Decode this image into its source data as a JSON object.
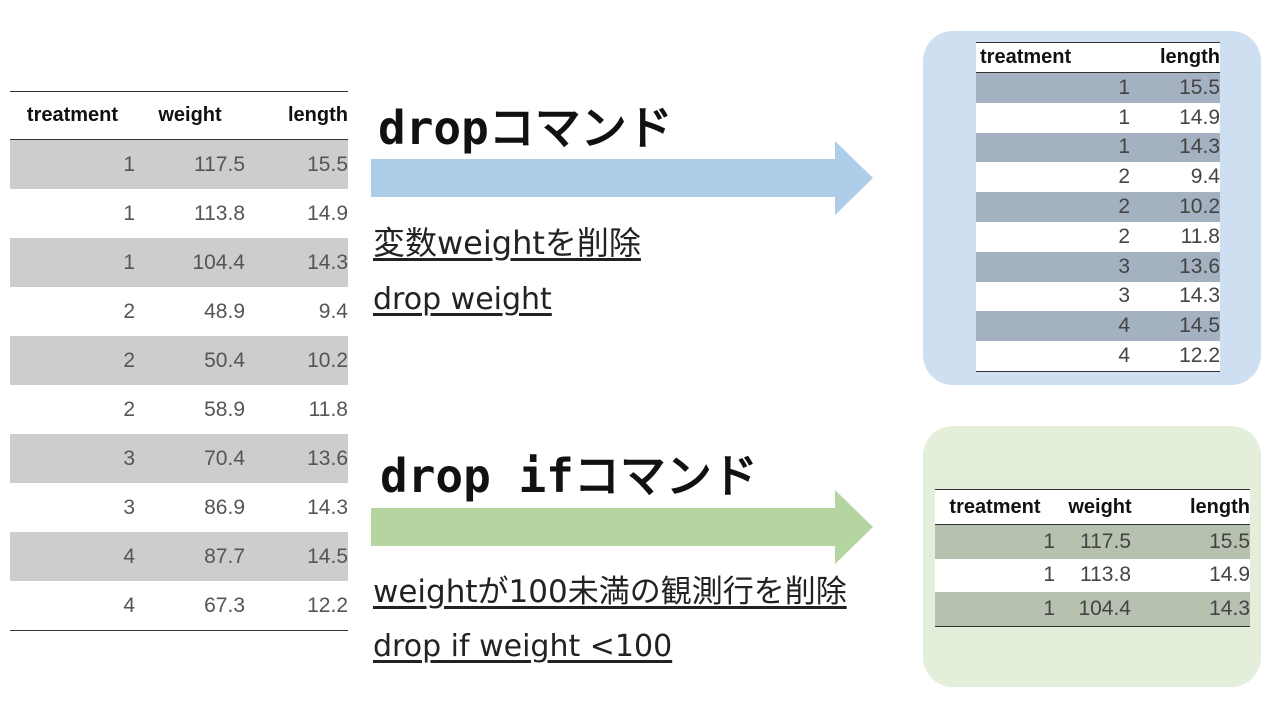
{
  "source_table": {
    "headers": [
      "treatment",
      "weight",
      "length"
    ],
    "rows": [
      [
        "1",
        "117.5",
        "15.5"
      ],
      [
        "1",
        "113.8",
        "14.9"
      ],
      [
        "1",
        "104.4",
        "14.3"
      ],
      [
        "2",
        "48.9",
        "9.4"
      ],
      [
        "2",
        "50.4",
        "10.2"
      ],
      [
        "2",
        "58.9",
        "11.8"
      ],
      [
        "3",
        "70.4",
        "13.6"
      ],
      [
        "3",
        "86.9",
        "14.3"
      ],
      [
        "4",
        "87.7",
        "14.5"
      ],
      [
        "4",
        "67.3",
        "12.2"
      ]
    ]
  },
  "drop_section": {
    "title": "dropコマンド",
    "description": "変数weightを削除",
    "code": "drop weight",
    "arrow_color": "#aecde9",
    "panel_color": "#cddff0"
  },
  "drop_if_section": {
    "title": "drop ifコマンド",
    "description": "weightが100未満の観測行を削除",
    "code": "drop if weight <100",
    "arrow_color": "#b5d5a0",
    "panel_color": "#e3efdb"
  },
  "result_drop_table": {
    "headers": [
      "treatment",
      "length"
    ],
    "rows": [
      [
        "1",
        "15.5"
      ],
      [
        "1",
        "14.9"
      ],
      [
        "1",
        "14.3"
      ],
      [
        "2",
        "9.4"
      ],
      [
        "2",
        "10.2"
      ],
      [
        "2",
        "11.8"
      ],
      [
        "3",
        "13.6"
      ],
      [
        "3",
        "14.3"
      ],
      [
        "4",
        "14.5"
      ],
      [
        "4",
        "12.2"
      ]
    ]
  },
  "result_drop_if_table": {
    "headers": [
      "treatment",
      "weight",
      "length"
    ],
    "rows": [
      [
        "1",
        "117.5",
        "15.5"
      ],
      [
        "1",
        "113.8",
        "14.9"
      ],
      [
        "1",
        "104.4",
        "14.3"
      ]
    ]
  }
}
